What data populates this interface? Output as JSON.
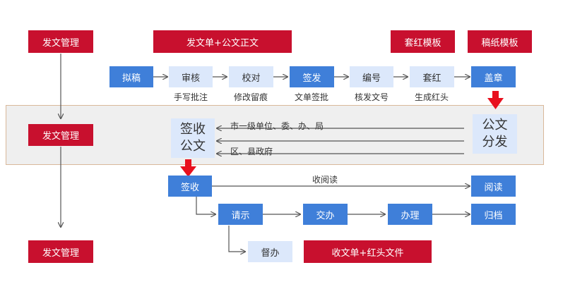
{
  "left_column": {
    "top_label": "发文管理",
    "middle_label": "发文管理",
    "bottom_label": "发文管理"
  },
  "header_tags": {
    "doc_label": "发文单+公文正文",
    "red_template": "套红模板",
    "paper_template": "稿纸模板"
  },
  "flow": {
    "steps": [
      {
        "label": "拟稿",
        "caption": ""
      },
      {
        "label": "审核",
        "caption": "手写批注"
      },
      {
        "label": "校对",
        "caption": "修改留痕"
      },
      {
        "label": "签发",
        "caption": "文单签批"
      },
      {
        "label": "编号",
        "caption": "核发文号"
      },
      {
        "label": "套红",
        "caption": "生成红头"
      },
      {
        "label": "盖章",
        "caption": ""
      }
    ]
  },
  "band": {
    "receive_box": "签收公文",
    "distribute_box": "公文分发",
    "line1": "市一级单位、委、办、局",
    "line3": "区、县政府"
  },
  "receive_flow": {
    "sign": "签收",
    "read_label": "收阅读",
    "read": "阅读",
    "instruct": "请示",
    "handover": "交办",
    "handle": "办理",
    "archive": "归档",
    "supervise": "督办",
    "bottom_tag": "收文单+红头文件"
  },
  "colors": {
    "accent_red": "#c8102e",
    "flow_blue": "#3f7fd9",
    "light_blue": "#dce8fb",
    "band_gray": "#efefef"
  }
}
